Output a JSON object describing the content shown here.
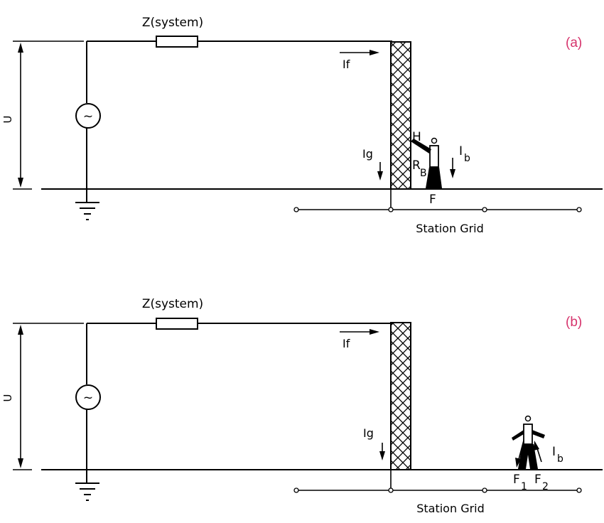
{
  "colors": {
    "line": "#000000",
    "panel_tag": "#d6336c",
    "background": "#ffffff"
  },
  "panels": [
    {
      "tag": "(a)",
      "voltage_label": "U",
      "impedance_label": "Z(system)",
      "fault_current_label": "If",
      "ground_current_label": "Ig",
      "body_current_label": "I",
      "body_current_sub": "b",
      "hand_label": "H",
      "body_resistance_label": "R",
      "body_resistance_sub": "B",
      "foot_label": "F",
      "grid_label": "Station Grid",
      "source_symbol": "~"
    },
    {
      "tag": "(b)",
      "voltage_label": "U",
      "impedance_label": "Z(system)",
      "fault_current_label": "If",
      "ground_current_label": "Ig",
      "body_current_label": "I",
      "body_current_sub": "b",
      "foot1_label": "F",
      "foot1_sub": "1",
      "foot2_label": "F",
      "foot2_sub": "2",
      "grid_label": "Station Grid",
      "source_symbol": "~"
    }
  ]
}
